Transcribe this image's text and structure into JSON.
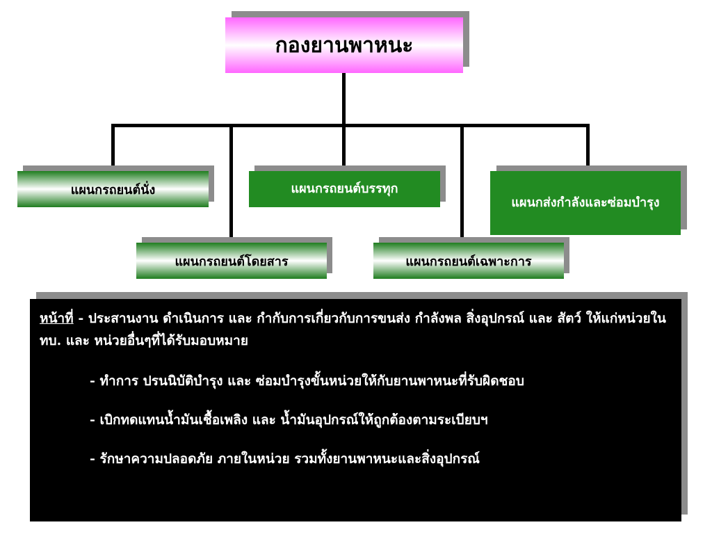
{
  "org_chart": {
    "root": {
      "label": "กองยานพาหนะ"
    },
    "units": [
      {
        "label": "แผนกรถยนต์นั่ง"
      },
      {
        "label": "แผนกรถยนต์บรรทุก"
      },
      {
        "label": "แผนกส่งกำลังและซ่อมบำรุง"
      },
      {
        "label": "แผนกรถยนต์โดยสาร"
      },
      {
        "label": "แผนกรถยนต์เฉพาะการ"
      }
    ]
  },
  "duties": {
    "heading": "หน้าที่",
    "intro": " - ประสานงาน ดำเนินการ และ กำกับการเกี่ยวกับการขนส่ง กำลังพล  สิ่งอุปกรณ์ และ สัตว์ ให้แก่หน่วยในทบ. และ หน่วยอื่นๆที่ได้รับมอบหมาย",
    "items": [
      "- ทำการ ปรนนิบัติบำรุง และ ซ่อมบำรุงขั้นหน่วยให้กับยานพาหนะที่รับผิดชอบ",
      "- เบิกทดแทนน้ำมันเชื้อเพลิง และ น้ำมันอุปกรณ์ให้ถูกต้องตามระเบียบฯ",
      "- รักษาความปลอดภัย ภายในหน่วย รวมทั้งยานพาหนะและสิ่งอุปกรณ์"
    ]
  }
}
